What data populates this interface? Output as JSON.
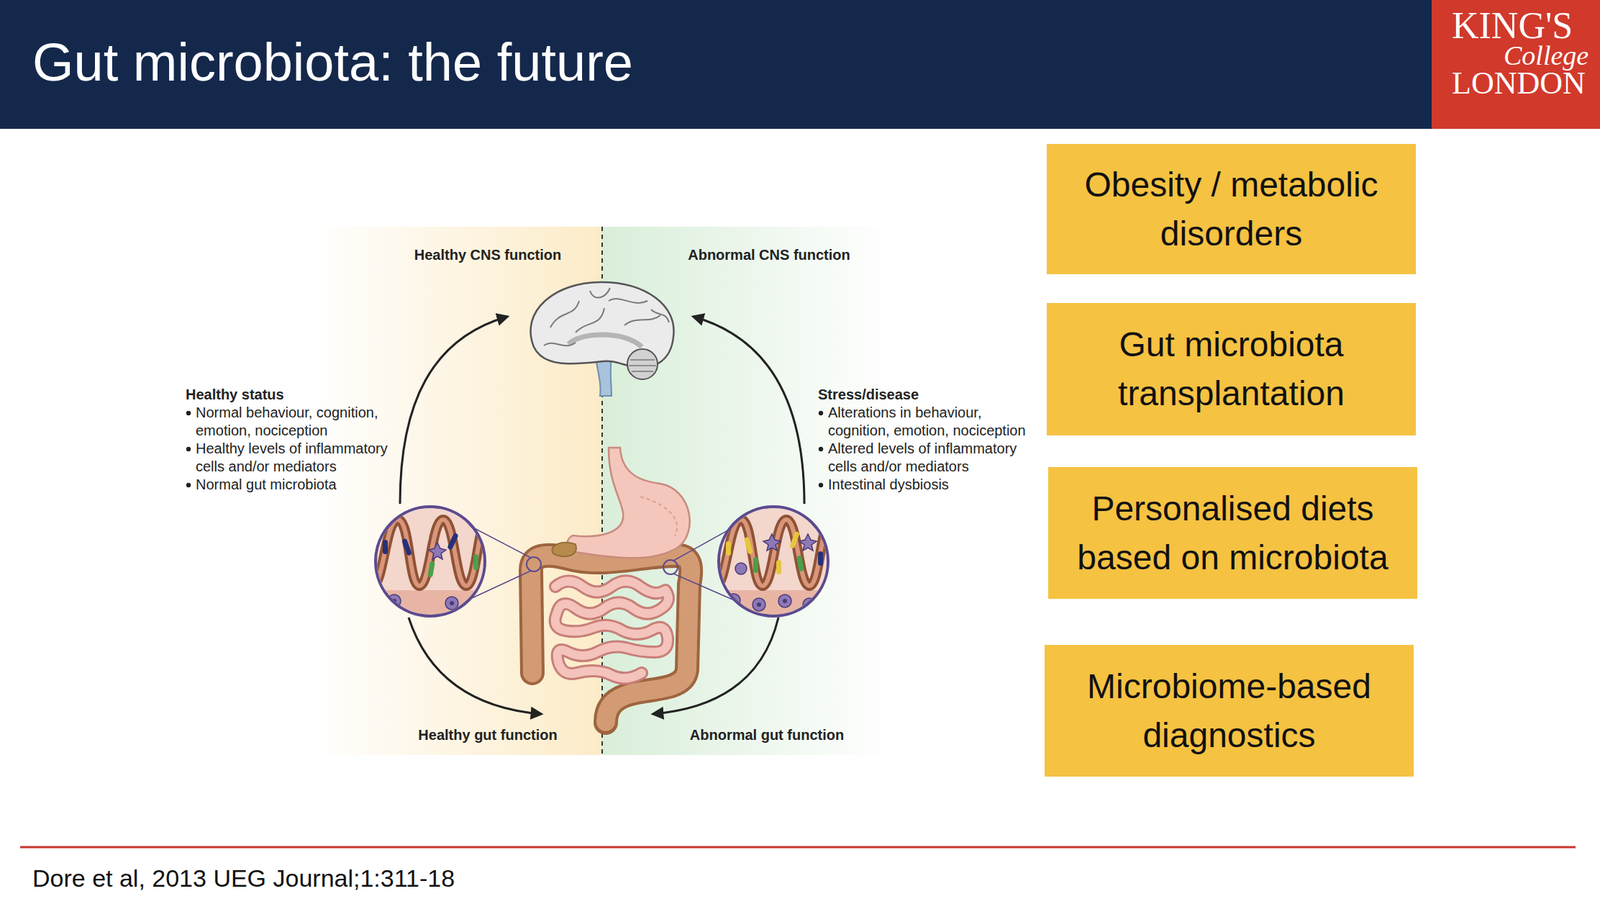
{
  "diagram": {
    "title": "Gut microbiota: the future",
    "caption": "Dore et al, 2013 UEG Journal;1:311-18",
    "nodes": [
      {
        "text": [
          "Obesity / metabolic disorders"
        ]
      },
      {
        "text": [
          "Gut microbiota transplantation"
        ]
      },
      {
        "text": [
          "Personalised diets based on microbiota"
        ]
      },
      {
        "text": [
          "Microbiome-based diagnostics"
        ]
      }
    ],
    "labels": [
      "KING'S",
      "College",
      "LONDON",
      "Healthy CNS function",
      "Abnormal CNS function",
      "Healthy status",
      "Normal behaviour, cognition, emotion, nociception",
      "Healthy levels of inflammatory cells and/or mediators",
      "Normal gut microbiota",
      "Stress/disease",
      "Alterations in behaviour, cognition, emotion, nociception",
      "Altered levels of inflammatory cells and/or mediators",
      "Intestinal dysbiosis",
      "Healthy gut function",
      "Abnormal gut function"
    ]
  }
}
